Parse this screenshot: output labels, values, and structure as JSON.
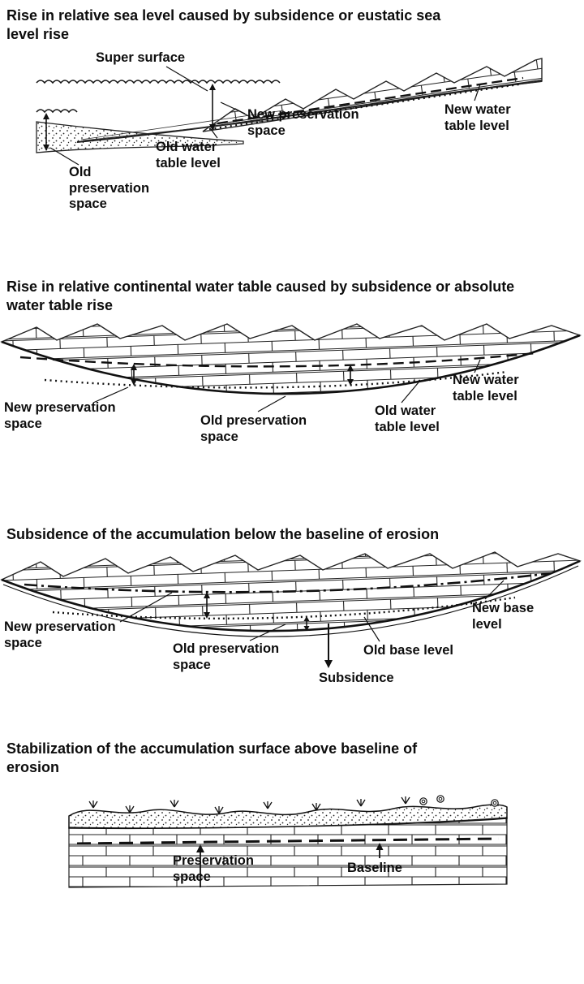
{
  "figure": {
    "background": "#ffffff",
    "ink": "#1a1a1a"
  },
  "panels": [
    {
      "id": "sea-level-rise",
      "title": "Rise in relative sea level caused by subsidence or eustatic sea level rise",
      "labels": {
        "super_surface": "Super surface",
        "new_preservation_space": "New preservation space",
        "new_water_table_level": "New water table level",
        "old_water_table_level": "Old water table level",
        "old_preservation_space": "Old preservation space"
      }
    },
    {
      "id": "water-table-rise",
      "title": "Rise in relative continental water table caused by subsidence or absolute water table rise",
      "labels": {
        "new_preservation_space": "New preservation space",
        "old_preservation_space": "Old preservation space",
        "old_water_table_level": "Old water table level",
        "new_water_table_level": "New water table level"
      }
    },
    {
      "id": "subsidence-below-baseline",
      "title": "Subsidence of the accumulation below the baseline of erosion",
      "labels": {
        "new_preservation_space": "New preservation space",
        "old_preservation_space": "Old preservation space",
        "subsidence": "Subsidence",
        "old_base_level": "Old base level",
        "new_base_level": "New base level"
      }
    },
    {
      "id": "stabilization-above-baseline",
      "title": "Stabilization of the accumulation surface above baseline of erosion",
      "labels": {
        "preservation_space": "Preservation space",
        "baseline": "Baseline"
      }
    }
  ]
}
